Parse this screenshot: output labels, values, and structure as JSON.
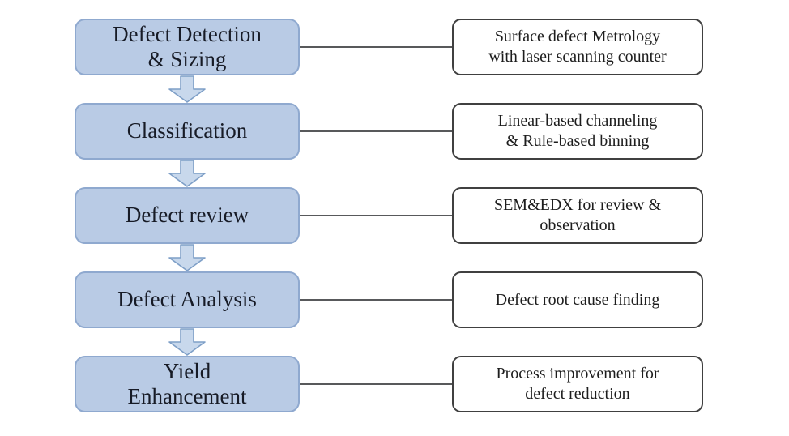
{
  "diagram": {
    "type": "vertical-flowchart",
    "rows": [
      {
        "step": "Defect Detection\n& Sizing",
        "detail": "Surface defect Metrology\nwith laser scanning counter"
      },
      {
        "step": "Classification",
        "detail": "Linear-based channeling\n& Rule-based binning"
      },
      {
        "step": "Defect review",
        "detail": "SEM&EDX for review &\nobservation"
      },
      {
        "step": "Defect Analysis",
        "detail": "Defect root cause finding"
      },
      {
        "step": "Yield\nEnhancement",
        "detail": "Process improvement for\ndefect reduction"
      }
    ],
    "colors": {
      "step_fill": "#b9cbe5",
      "step_border": "#8fa9cf",
      "step_text": "#171b26",
      "arrow_fill": "#c8d8ec",
      "arrow_border": "#7e9fc7",
      "detail_fill": "#ffffff",
      "detail_border": "#404040",
      "detail_text": "#1d1d1d",
      "connector_line": "#58595b"
    }
  }
}
